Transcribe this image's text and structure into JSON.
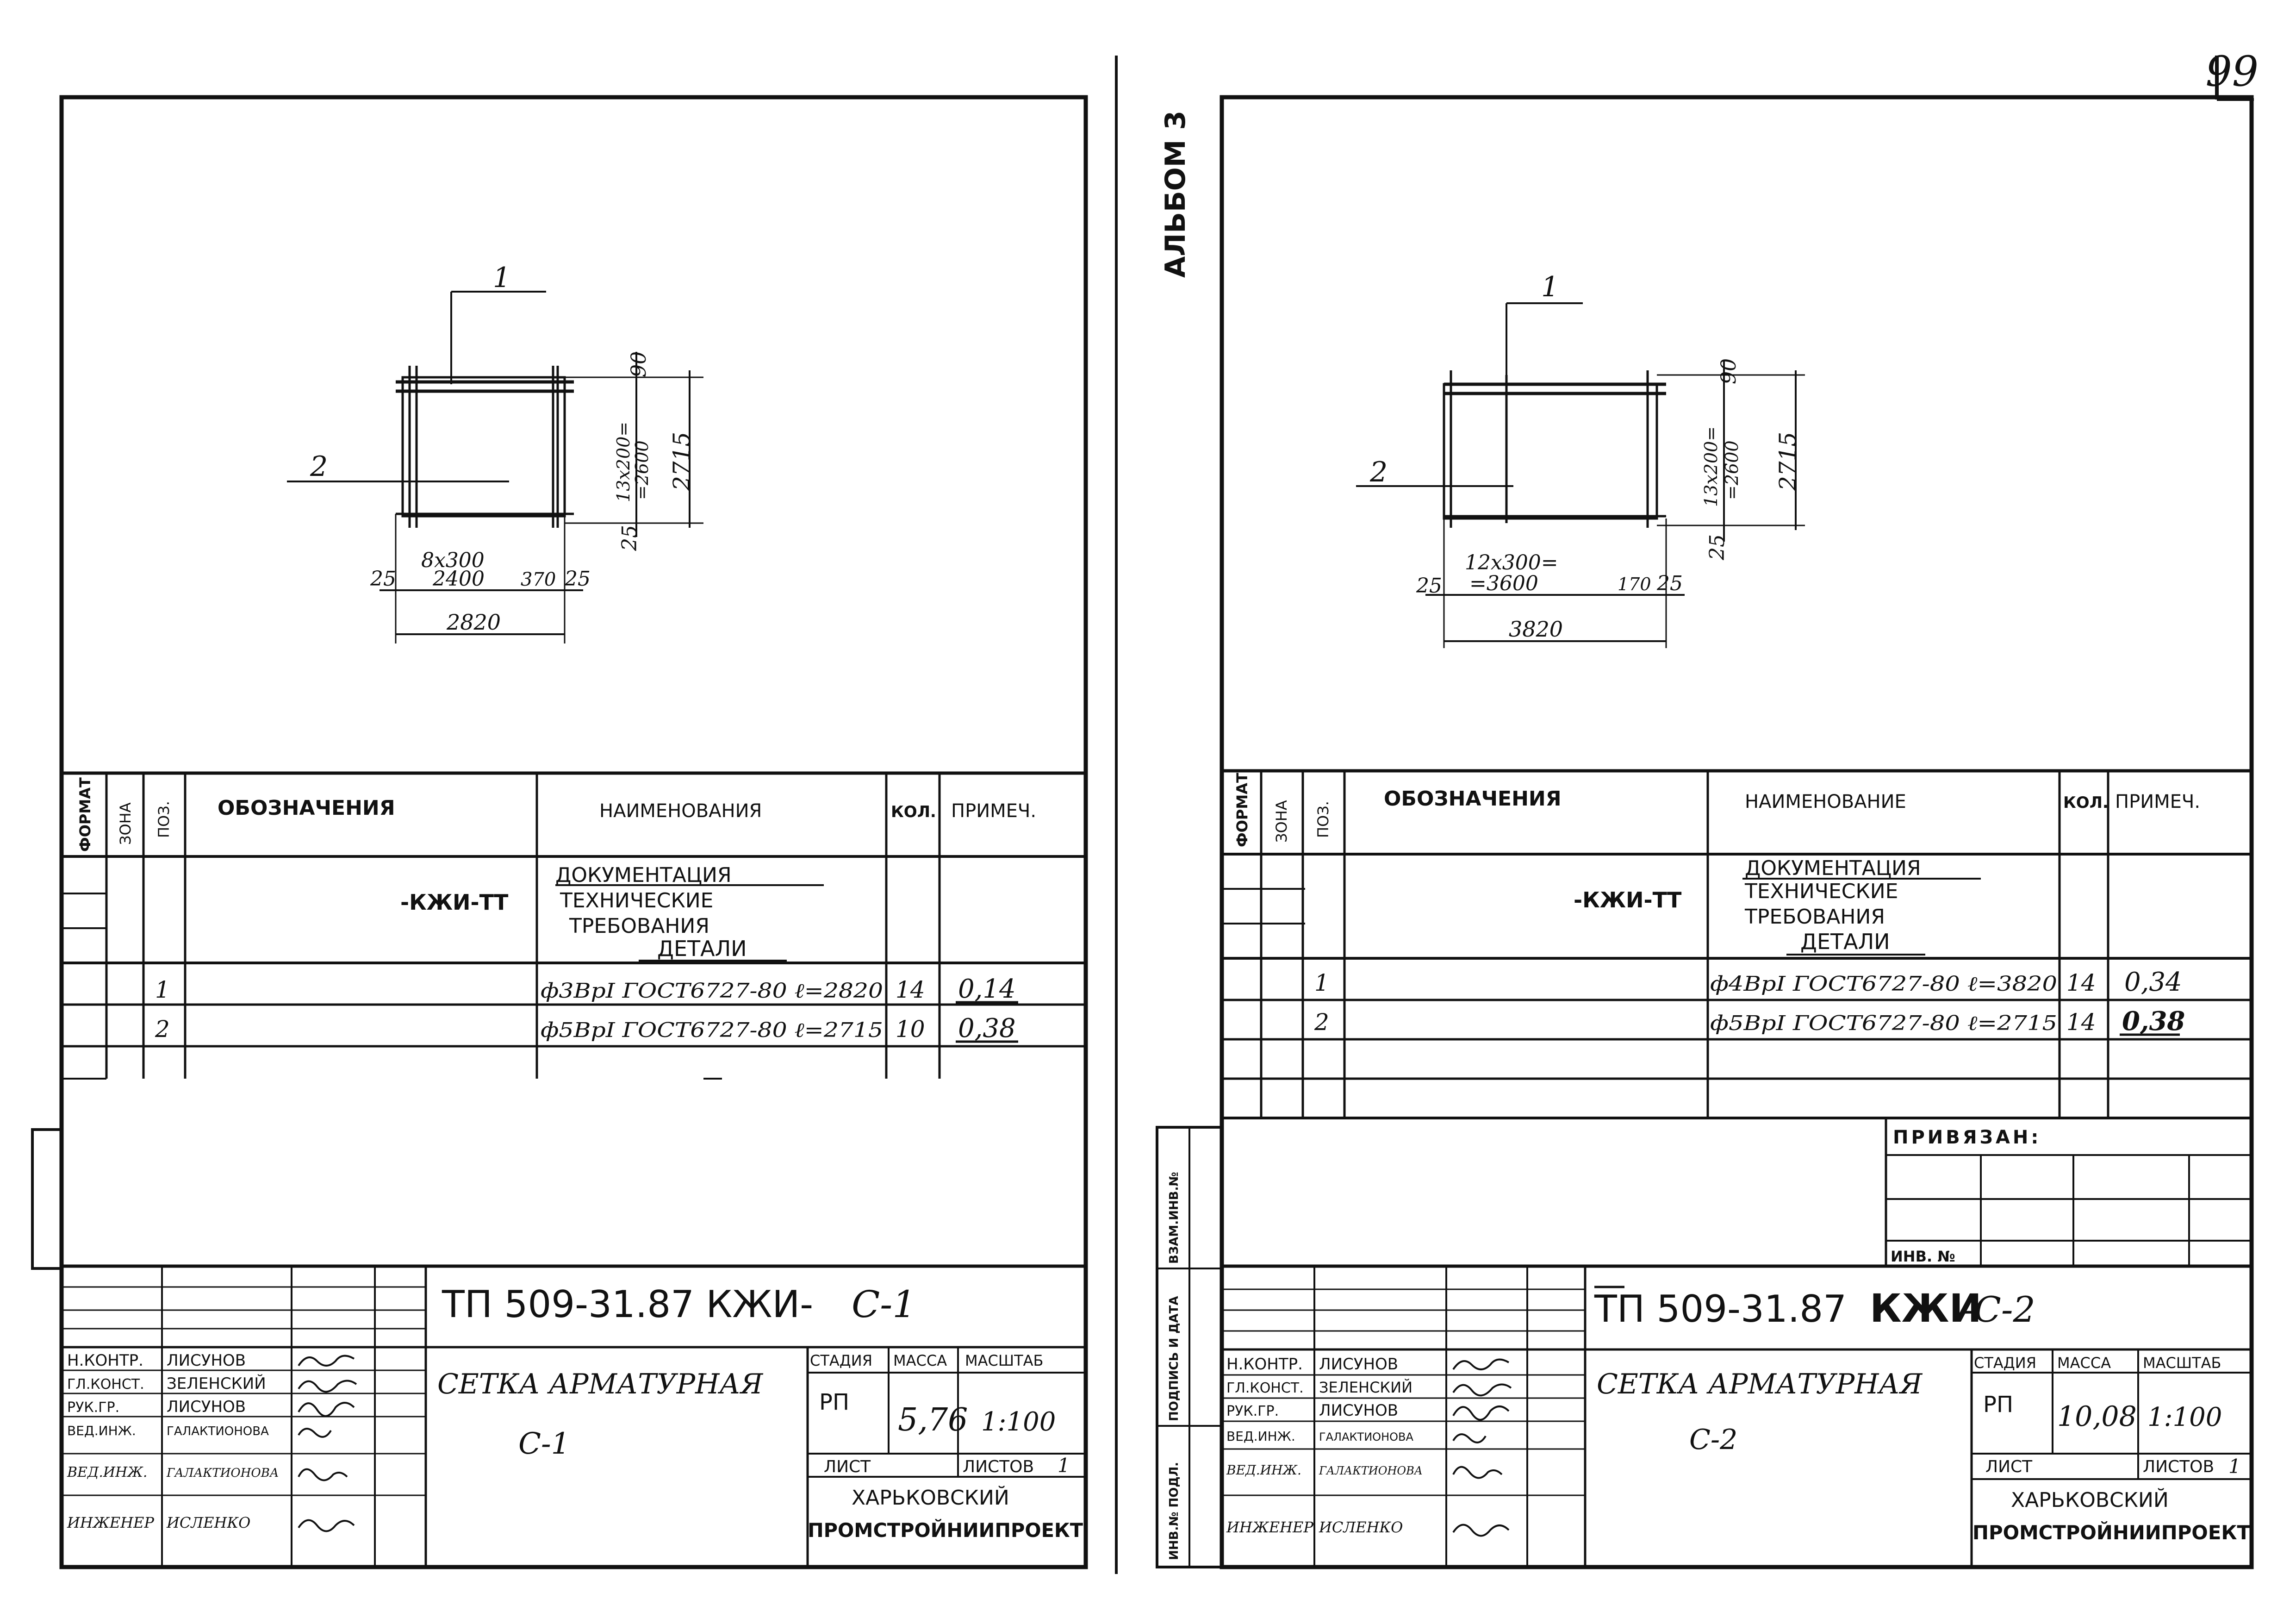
{
  "page_number": "99",
  "album_label": "АЛЬБОМ 3",
  "sheets": [
    {
      "id": "left",
      "drawing": {
        "leader_top": "1",
        "leader_left": "2",
        "dim_top_right": "90",
        "dim_vertical": "13x200=\n=2600",
        "dim_overall_h": "2715",
        "dim_bottom_right": "25",
        "dim_left_25": "25",
        "dim_spacing": "8x300",
        "dim_spacing_total": "2400",
        "dim_right_gap": "370",
        "dim_right_25": "25",
        "dim_overall_w": "2820"
      },
      "spec": {
        "headers": {
          "format": "ФОРМАТ",
          "zone": "ЗОНА",
          "pos": "ПОЗ.",
          "designation": "ОБОЗНАЧЕНИЯ",
          "name": "НАИМЕНОВАНИЯ",
          "qty": "КОЛ.",
          "note": "ПРИМЕЧ."
        },
        "doc_title": "ДОКУМЕНТАЦИЯ",
        "doc_designation": "-КЖИ-ТТ",
        "doc_name_1": "ТЕХНИЧЕСКИЕ",
        "doc_name_2": "ТРЕБОВАНИЯ",
        "parts_title": "ДЕТАЛИ",
        "rows": [
          {
            "pos": "1",
            "name": "ф3ВрI ГОСТ6727-80 ℓ=2820",
            "qty": "14",
            "note": "0,14"
          },
          {
            "pos": "2",
            "name": "ф5ВрI ГОСТ6727-80 ℓ=2715",
            "qty": "10",
            "note": "0,38"
          }
        ]
      },
      "stamp": {
        "code": "ТП 509-31.87 КЖИ-",
        "code_suffix": "С-1",
        "title_1": "СЕТКА  АРМАТУРНАЯ",
        "title_2": "С-1",
        "roles": [
          {
            "role": "Н.КОНТР.",
            "name": "ЛИСУНОВ"
          },
          {
            "role": "ГЛ.КОНСТ.",
            "name": "ЗЕЛЕНСКИЙ"
          },
          {
            "role": "РУК.ГР.",
            "name": "ЛИСУНОВ"
          },
          {
            "role": "ВЕД.ИНЖ.",
            "name": "ГАЛАКТИОНОВА"
          },
          {
            "role": "ВЕД.ИНЖ.",
            "name": "ГАЛАКТИОНОВА"
          },
          {
            "role": "ИНЖЕНЕР",
            "name": "ИСЛЕНКО"
          }
        ],
        "stage_label": "СТАДИЯ",
        "mass_label": "МАССА",
        "scale_label": "МАСШТАБ",
        "stage": "РП",
        "mass": "5,76",
        "scale": "1:100",
        "sheet_label": "ЛИСТ",
        "sheets_label": "ЛИСТОВ",
        "sheets_value": "1",
        "org_1": "ХАРЬКОВСКИЙ",
        "org_2": "ПРОМСТРОЙНИИПРОЕКТ"
      }
    },
    {
      "id": "right",
      "drawing": {
        "leader_top": "1",
        "leader_left": "2",
        "dim_top_right": "90",
        "dim_vertical": "13x200=\n=2600",
        "dim_overall_h": "2715",
        "dim_bottom_right": "25",
        "dim_left_25": "25",
        "dim_spacing": "12x300=",
        "dim_spacing_total": "=3600",
        "dim_right_gap": "170",
        "dim_right_25": "25",
        "dim_overall_w": "3820"
      },
      "spec": {
        "headers": {
          "format": "ФОРМАТ",
          "zone": "ЗОНА",
          "pos": "ПОЗ.",
          "designation": "ОБОЗНАЧЕНИЯ",
          "name": "НАИМЕНОВАНИЕ",
          "qty": "КОЛ.",
          "note": "ПРИМЕЧ."
        },
        "doc_title": "ДОКУМЕНТАЦИЯ",
        "doc_designation": "-КЖИ-ТТ",
        "doc_name_1": "ТЕХНИЧЕСКИЕ",
        "doc_name_2": "ТРЕБОВАНИЯ",
        "parts_title": "ДЕТАЛИ",
        "rows": [
          {
            "pos": "1",
            "name": "ф4ВрI ГОСТ6727-80 ℓ=3820",
            "qty": "14",
            "note": "0,34"
          },
          {
            "pos": "2",
            "name": "ф5ВрI ГОСТ6727-80 ℓ=2715",
            "qty": "14",
            "note": "0,38"
          }
        ]
      },
      "binding": {
        "label": "ПРИВЯЗАН:",
        "inv_label": "ИНВ. №"
      },
      "side_strip": {
        "top": "ВЗАМ.ИНВ.№",
        "middle": "ПОДПИСЬ И ДАТА",
        "bottom": "ИНВ.№ ПОДЛ."
      },
      "stamp": {
        "code": "ТП 509-31.87",
        "code_mid": "КЖИ",
        "code_suffix": "-С-2",
        "title_1": "СЕТКА  АРМАТУРНАЯ",
        "title_2": "С-2",
        "roles": [
          {
            "role": "Н.КОНТР.",
            "name": "ЛИСУНОВ"
          },
          {
            "role": "ГЛ.КОНСТ.",
            "name": "ЗЕЛЕНСКИЙ"
          },
          {
            "role": "РУК.ГР.",
            "name": "ЛИСУНОВ"
          },
          {
            "role": "ВЕД.ИНЖ.",
            "name": "ГАЛАКТИОНОВА"
          },
          {
            "role": "ВЕД.ИНЖ.",
            "name": "ГАЛАКТИОНОВА"
          },
          {
            "role": "ИНЖЕНЕР",
            "name": "ИСЛЕНКО"
          }
        ],
        "stage_label": "СТАДИЯ",
        "mass_label": "МАССА",
        "scale_label": "МАСШТАБ",
        "stage": "РП",
        "mass": "10,08",
        "scale": "1:100",
        "sheet_label": "ЛИСТ",
        "sheets_label": "ЛИСТОВ",
        "sheets_value": "1",
        "org_1": "ХАРЬКОВСКИЙ",
        "org_2": "ПРОМСТРОЙНИИПРОЕКТ"
      }
    }
  ]
}
